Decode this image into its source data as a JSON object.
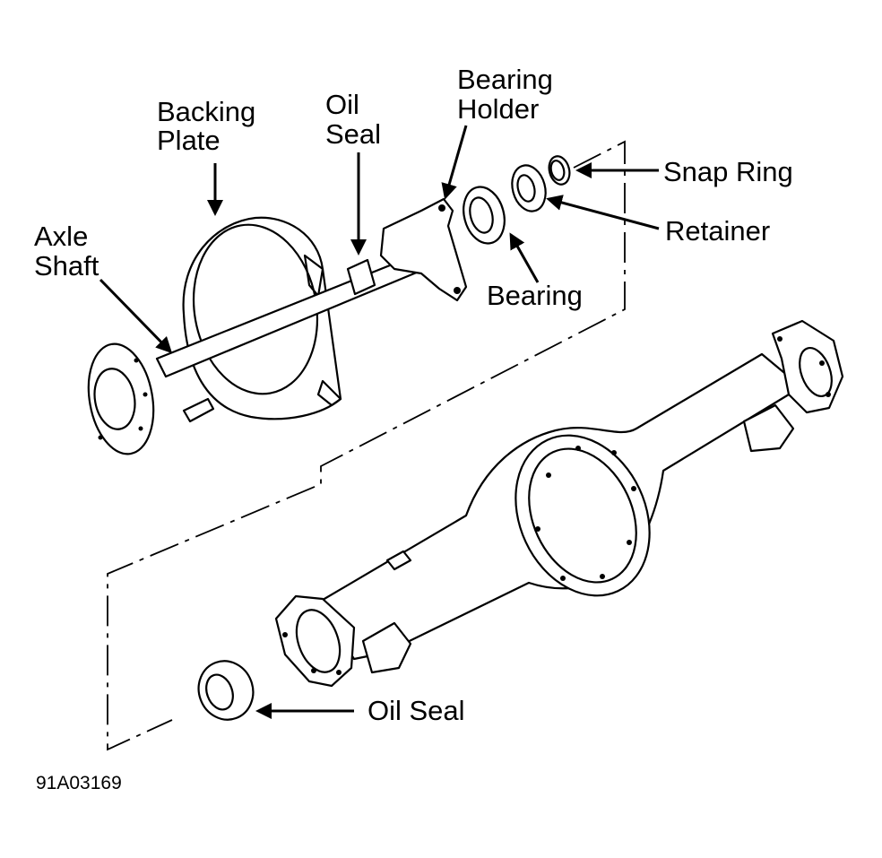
{
  "labels": {
    "backing_plate_line1": "Backing",
    "backing_plate_line2": "Plate",
    "oil_seal_top_line1": "Oil",
    "oil_seal_top_line2": "Seal",
    "bearing_holder_line1": "Bearing",
    "bearing_holder_line2": "Holder",
    "snap_ring": "Snap Ring",
    "retainer": "Retainer",
    "bearing": "Bearing",
    "axle_shaft_line1": "Axle",
    "axle_shaft_line2": "Shaft",
    "oil_seal_bottom": "Oil Seal"
  },
  "figure_code": "91A03169",
  "icons": [
    "arrow-icon"
  ]
}
